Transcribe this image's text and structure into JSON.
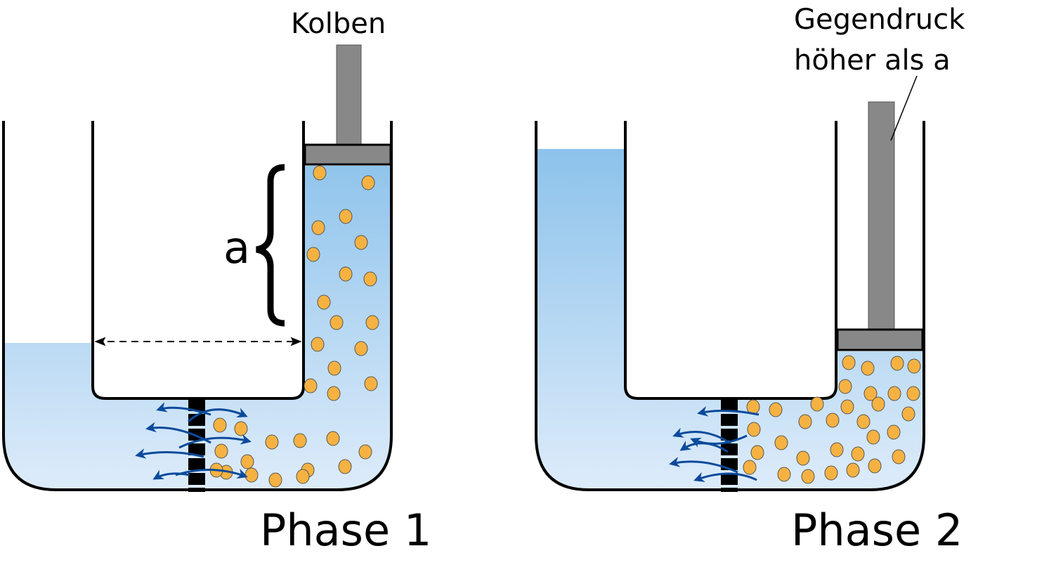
{
  "labels": {
    "piston": "Kolben",
    "height_marker": "a",
    "counter_pressure_line1": "Gegendruck",
    "counter_pressure_line2": "höher als a",
    "phase1": "Phase 1",
    "phase2": "Phase 2"
  },
  "colors": {
    "water_top": "#86bfea",
    "water_bottom": "#deecfa",
    "particle": "#f5b242",
    "arrow": "#0b4a9b",
    "piston": "#888888",
    "membrane": "#000000"
  }
}
